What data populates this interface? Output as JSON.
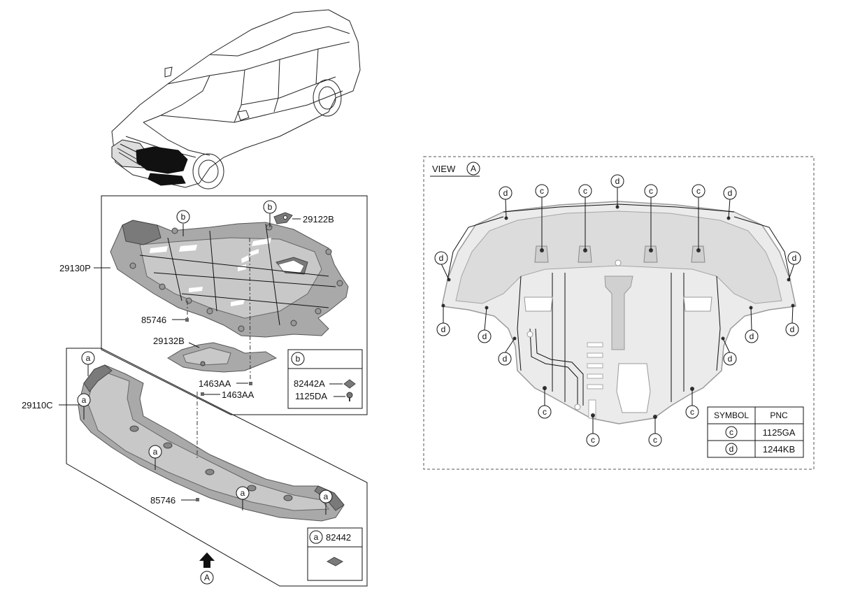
{
  "part_labels": {
    "p29130P": "29130P",
    "p29122B": "29122B",
    "p85746_upper": "85746",
    "p29132B": "29132B",
    "p1463AA_1": "1463AA",
    "p1463AA_2": "1463AA",
    "p29110C": "29110C",
    "p85746_lower": "85746"
  },
  "callouts": {
    "a": "a",
    "b": "b",
    "c": "c",
    "d": "d",
    "A": "A"
  },
  "box_b": {
    "symbol": "b",
    "part1": "82442A",
    "part2": "1125DA"
  },
  "box_a": {
    "symbol": "a",
    "part": "82442"
  },
  "view": {
    "title": "VIEW",
    "symbol": "A"
  },
  "pnc_table": {
    "headers": [
      "SYMBOL",
      "PNC"
    ],
    "rows": [
      {
        "symbol": "c",
        "pnc": "1125GA"
      },
      {
        "symbol": "d",
        "pnc": "1244KB"
      }
    ]
  }
}
